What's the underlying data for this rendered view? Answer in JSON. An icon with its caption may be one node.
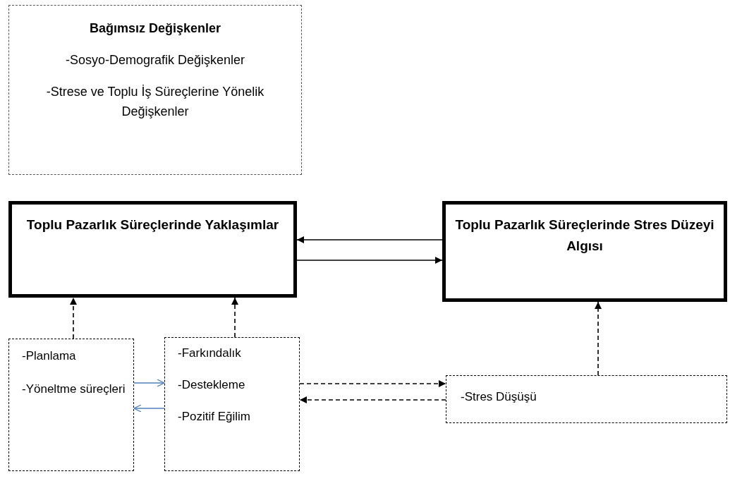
{
  "diagram": {
    "nodes": [
      {
        "text": [
          "Bağımsız Değişkenler",
          "-Sosyo-Demografik Değişkenler",
          "-Strese ve Toplu İş Süreçlerine Yönelik Değişkenler"
        ]
      },
      {
        "text": [
          "Toplu Pazarlık Süreçlerinde Yaklaşımlar"
        ]
      },
      {
        "text": [
          "Toplu Pazarlık Süreçlerinde Stres Düzeyi Algısı"
        ]
      },
      {
        "text": [
          "-Planlama",
          "-Yöneltme süreçleri"
        ]
      },
      {
        "text": [
          "-Farkındalık",
          "-Destekleme",
          "-Pozitif Eğilim"
        ]
      },
      {
        "text": [
          "-Stres Düşüşü"
        ]
      }
    ],
    "edges": [
      {
        "from": 2,
        "to": 1,
        "arrow": "to"
      },
      {
        "from": 1,
        "to": 2,
        "arrow": "to"
      },
      {
        "from": 3,
        "to": 1,
        "arrow": "to",
        "style": "dashed"
      },
      {
        "from": 4,
        "to": 1,
        "arrow": "to",
        "style": "dashed"
      },
      {
        "from": 5,
        "to": 2,
        "arrow": "to",
        "style": "dashed"
      },
      {
        "from": 3,
        "to": 4,
        "arrow": "to",
        "color": "#4f81bd"
      },
      {
        "from": 4,
        "to": 3,
        "arrow": "to",
        "color": "#4f81bd"
      },
      {
        "from": 4,
        "to": 5,
        "arrow": "to",
        "style": "dashed"
      },
      {
        "from": 5,
        "to": 4,
        "arrow": "to",
        "style": "dashed"
      }
    ]
  }
}
